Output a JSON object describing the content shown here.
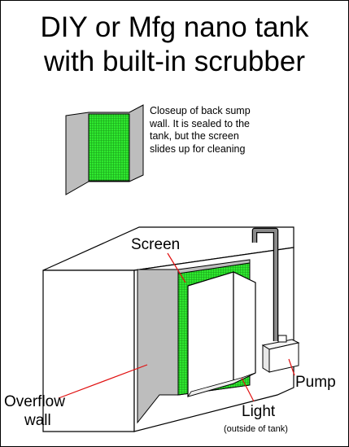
{
  "title": {
    "line1": "DIY or Mfg nano tank",
    "line2": "with built-in scrubber"
  },
  "closeup_note": "Closeup of back sump\nwall. It is sealed to the\ntank, but the screen\nslides up for cleaning",
  "labels": {
    "screen": "Screen",
    "overflow_line1": "Overflow",
    "overflow_line2": "wall",
    "pump": "Pump",
    "light": "Light",
    "light_note": "(outside of tank)"
  },
  "colors": {
    "screen_green": "#2fe82f",
    "wall_gray": "#bdbdbd",
    "pipe_gray": "#8a8a8a",
    "pointer_red": "#e01010",
    "outline": "#000000"
  }
}
